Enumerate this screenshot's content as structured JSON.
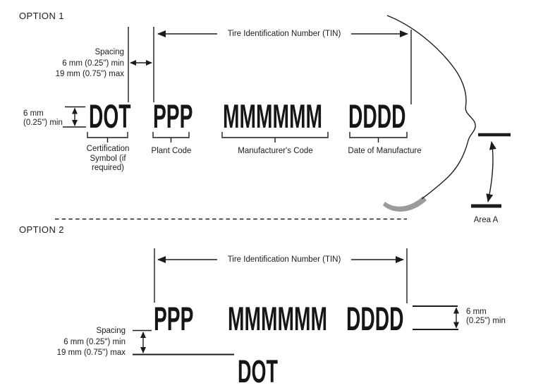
{
  "colors": {
    "ink": "#1c1c1c",
    "bead_gray": "#9b9b9b",
    "background": "#ffffff"
  },
  "option1": {
    "heading": "OPTION 1",
    "tin_arrow_label": "Tire Identification Number (TIN)",
    "spacing_note": {
      "title": "Spacing",
      "min": "6 mm (0.25\") min",
      "max": "19 mm (0.75\") max"
    },
    "letter_height_note": {
      "line1": "6 mm",
      "line2": "(0.25\") min"
    },
    "marking": {
      "certification": "DOT",
      "plant": "PPP",
      "manufacturer": "MMMMMM",
      "date": "DDDD"
    },
    "captions": {
      "certification": "Certification Symbol (if required)",
      "plant": "Plant Code",
      "manufacturer": "Manufacturer's Code",
      "date": "Date of Manufacture"
    },
    "area_label": "Area A"
  },
  "option2": {
    "heading": "OPTION 2",
    "tin_arrow_label": "Tire Identification Number (TIN)",
    "marking": {
      "plant": "PPP",
      "manufacturer": "MMMMMM",
      "date": "DDDD",
      "certification": "DOT"
    },
    "letter_height_note": {
      "line1": "6 mm",
      "line2": "(0.25\") min"
    },
    "spacing_note": {
      "title": "Spacing",
      "min": "6 mm (0.25\") min",
      "max": "19 mm (0.75\") max"
    }
  }
}
